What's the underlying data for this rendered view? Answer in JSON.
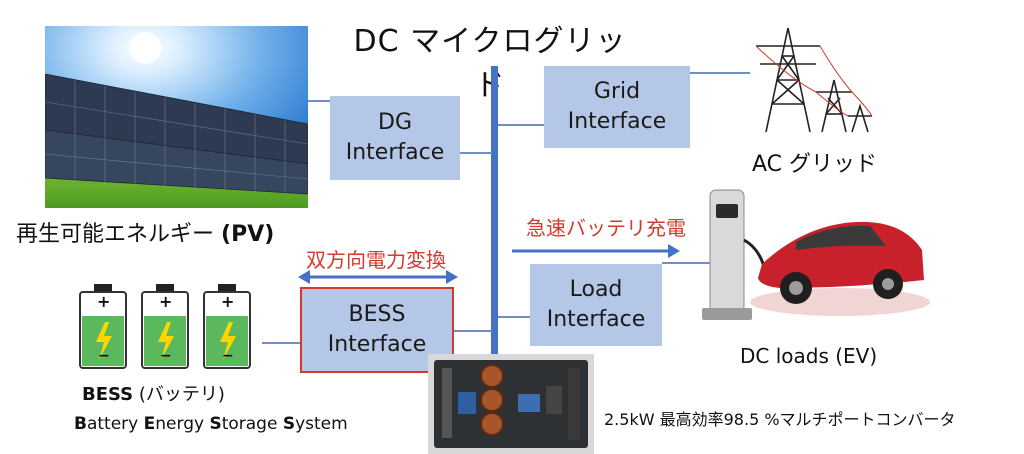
{
  "title": "DC マイクログリッド",
  "boxes": {
    "dg": [
      "DG",
      "Interface"
    ],
    "grid": [
      "Grid",
      "Interface"
    ],
    "bess": [
      "BESS",
      "Interface"
    ],
    "load": [
      "Load",
      "Interface"
    ]
  },
  "labels": {
    "pv": "再生可能エネルギー",
    "pv_abbr": "(PV)",
    "ac_grid": "AC グリッド",
    "dc_loads": "DC loads (EV)",
    "bidirectional": "双方向電力変換",
    "fast_charge": "急速バッテリ充電",
    "bess_bold": "BESS",
    "bess_rest": " (バッテリ)",
    "bess_full": [
      {
        "b": "B",
        "r": "attery "
      },
      {
        "b": "E",
        "r": "nergy "
      },
      {
        "b": "S",
        "r": "torage "
      },
      {
        "b": "S",
        "r": "ystem"
      }
    ],
    "converter": "2.5kW 最高効率98.5 %マルチポートコンバータ"
  },
  "battery": {
    "plus": "+",
    "minus": "−",
    "count": 3
  },
  "colors": {
    "box": "#b4c7e7",
    "bus": "#4472c4",
    "red": "#d23a2c",
    "arrow": "#4472c4",
    "battery_fill": "#5cb85c",
    "bolt": "#ffd600"
  }
}
